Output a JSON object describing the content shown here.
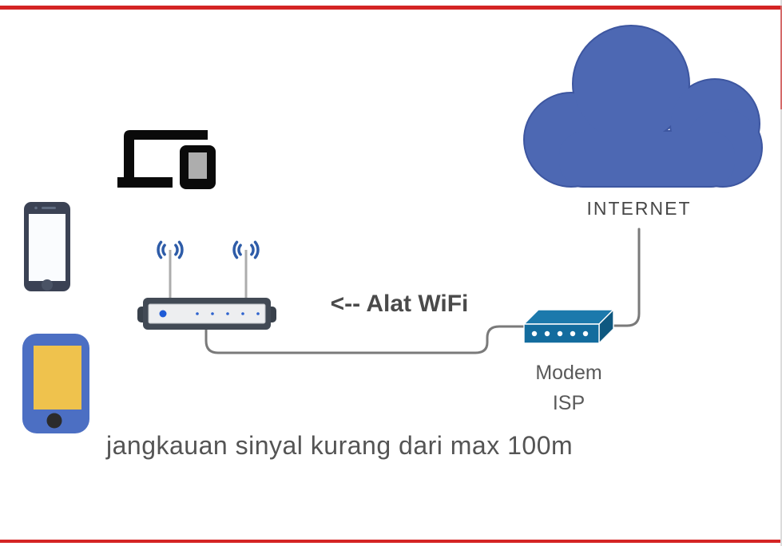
{
  "colors": {
    "accent_red": "#d42424",
    "cloud_fill": "#4d68b3",
    "cloud_outline": "#3d56a0",
    "modem_front": "#136c9e",
    "modem_top": "#1c79ac",
    "modem_side": "#0e5880",
    "wifi_arc_blue": "#2e5ca8",
    "led_blue": "#1e5bd6",
    "cable_gray": "#7a7a7a",
    "router_body": "#424a55",
    "router_panel": "#edeef0",
    "tablet_frame_blue": "#4c6fc3",
    "tablet_screen_yellow": "#efc24d",
    "phone_frame": "#3b4254",
    "text_gray": "#4a4a4a"
  },
  "diagram": {
    "internet": {
      "label": "INTERNET",
      "icon": "cloud-icon"
    },
    "wifi_device": {
      "label": "<-- Alat WiFi",
      "icon": "wifi-router-icon"
    },
    "modem": {
      "label_line1": "Modem",
      "label_line2": "ISP",
      "icon": "modem-icon"
    },
    "client_devices": {
      "icons": [
        "devices-icon",
        "smartphone-icon",
        "tablet-icon"
      ]
    },
    "caption": "jangkauan sinyal kurang dari max 100m"
  }
}
